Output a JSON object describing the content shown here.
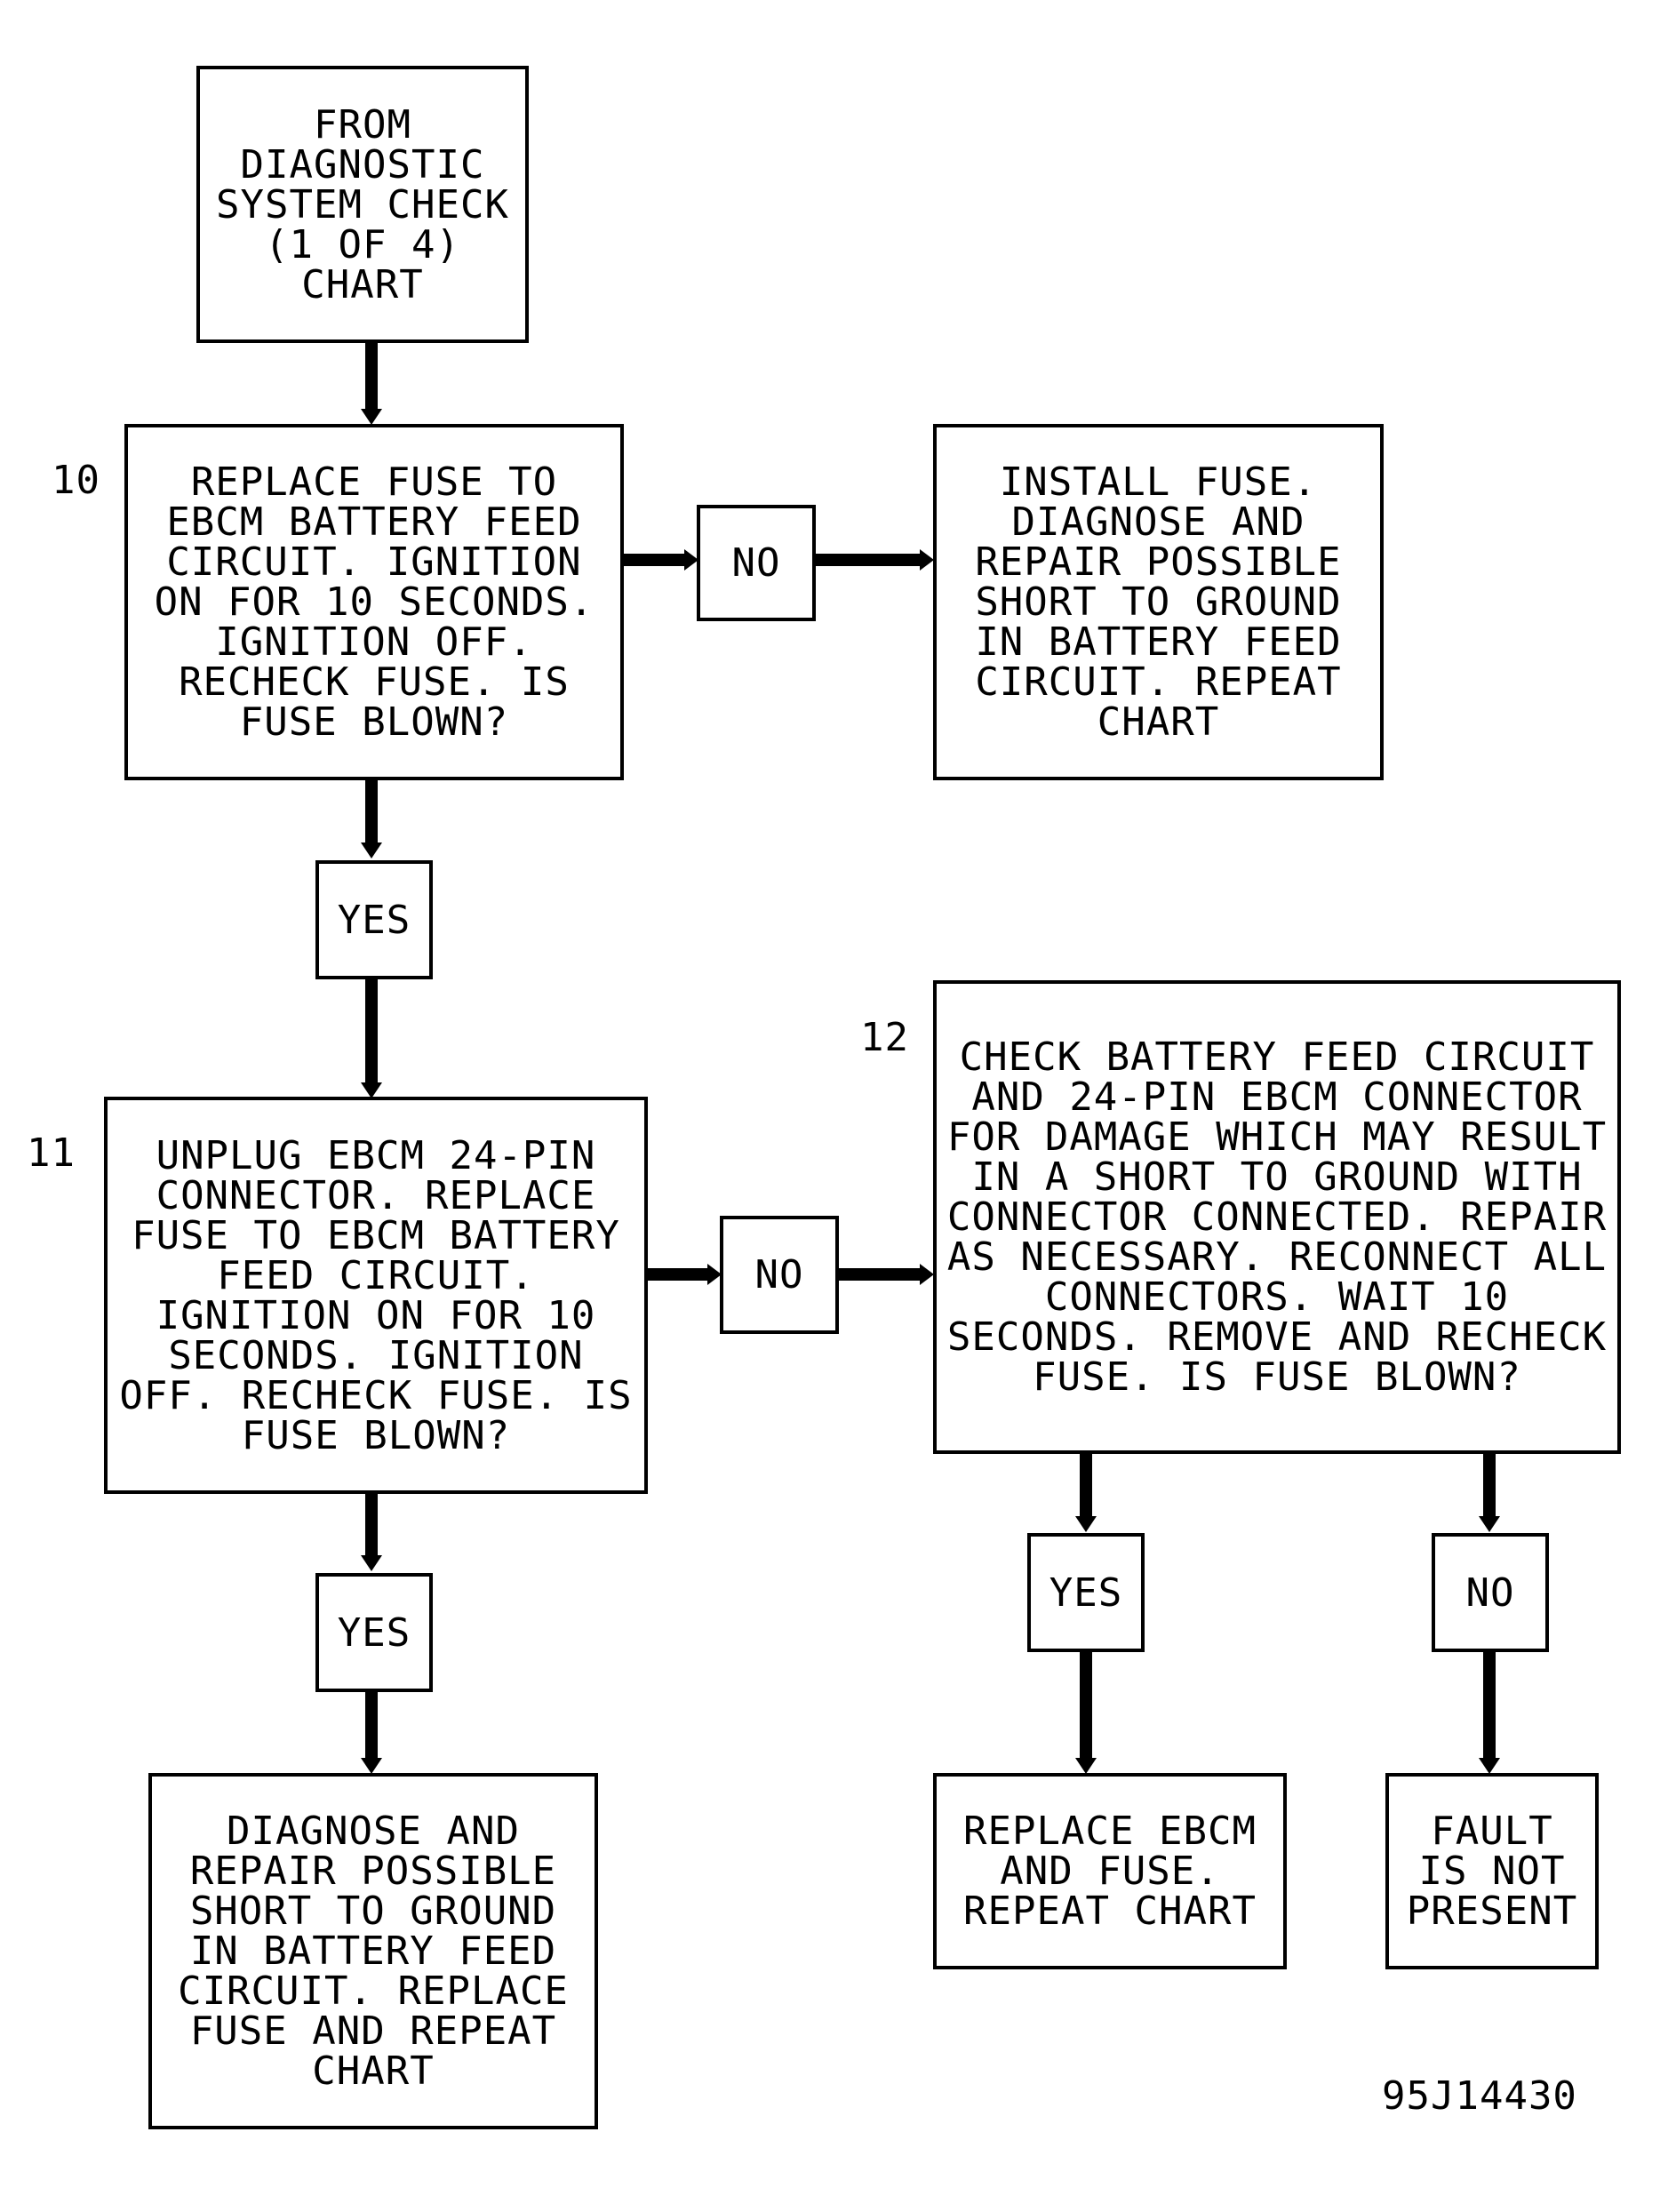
{
  "start": "FROM\nDIAGNOSTIC\nSYSTEM CHECK\n(1 OF 4)\nCHART",
  "step10": {
    "number": "10",
    "text": "REPLACE FUSE TO\nEBCM BATTERY FEED\nCIRCUIT. IGNITION\nON FOR 10 SECONDS.\nIGNITION OFF.\nRECHECK FUSE. IS\nFUSE BLOWN?"
  },
  "step10_no_label": "NO",
  "step10_no_action": "INSTALL FUSE.\nDIAGNOSE AND\nREPAIR POSSIBLE\nSHORT TO GROUND\nIN BATTERY FEED\nCIRCUIT. REPEAT\nCHART",
  "step10_yes_label": "YES",
  "step11": {
    "number": "11",
    "text": "UNPLUG EBCM 24-PIN\nCONNECTOR. REPLACE\nFUSE TO EBCM BATTERY\nFEED CIRCUIT.\nIGNITION ON FOR 10\nSECONDS. IGNITION\nOFF. RECHECK FUSE. IS\nFUSE BLOWN?"
  },
  "step11_no_label": "NO",
  "step11_yes_label": "YES",
  "step11_yes_action": "DIAGNOSE AND\nREPAIR POSSIBLE\nSHORT TO GROUND\nIN BATTERY FEED\nCIRCUIT. REPLACE\nFUSE AND REPEAT\nCHART",
  "step12": {
    "number": "12",
    "text": "CHECK BATTERY FEED CIRCUIT\nAND 24-PIN EBCM CONNECTOR\nFOR DAMAGE WHICH MAY RESULT\nIN A SHORT TO GROUND WITH\nCONNECTOR CONNECTED. REPAIR\nAS NECESSARY. RECONNECT ALL\nCONNECTORS. WAIT 10\nSECONDS. REMOVE AND RECHECK\nFUSE. IS FUSE BLOWN?"
  },
  "step12_yes_label": "YES",
  "step12_yes_action": "REPLACE EBCM\nAND FUSE.\nREPEAT CHART",
  "step12_no_label": "NO",
  "step12_no_action": "FAULT\nIS NOT\nPRESENT",
  "figure_id": "95J14430"
}
